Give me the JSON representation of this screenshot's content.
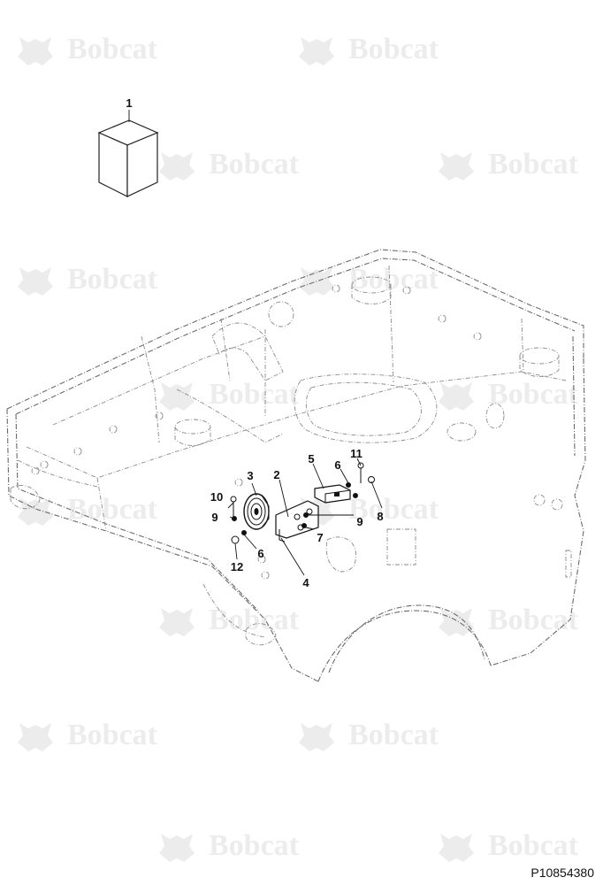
{
  "watermark": {
    "brand": "Bobcat",
    "icon": "bobcat-head-logo"
  },
  "callouts": [
    {
      "id": "c1",
      "label": "1"
    },
    {
      "id": "c2",
      "label": "2"
    },
    {
      "id": "c3",
      "label": "3"
    },
    {
      "id": "c4",
      "label": "4"
    },
    {
      "id": "c5",
      "label": "5"
    },
    {
      "id": "c6a",
      "label": "6"
    },
    {
      "id": "c6b",
      "label": "6"
    },
    {
      "id": "c7",
      "label": "7"
    },
    {
      "id": "c8",
      "label": "8"
    },
    {
      "id": "c9a",
      "label": "9"
    },
    {
      "id": "c9b",
      "label": "9"
    },
    {
      "id": "c10",
      "label": "10"
    },
    {
      "id": "c11",
      "label": "11"
    },
    {
      "id": "c12",
      "label": "12"
    }
  ],
  "reference_number": "P10854380"
}
